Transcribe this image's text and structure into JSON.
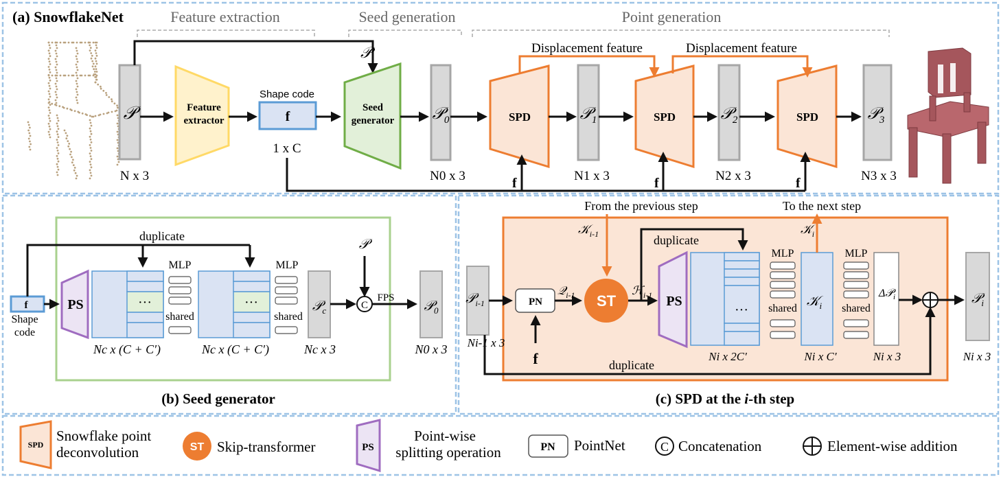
{
  "panel_a": {
    "title": "(a) SnowflakeNet",
    "stages": {
      "feature_extraction": "Feature extraction",
      "seed_generation": "Seed generation",
      "point_generation": "Point generation"
    },
    "p_top_label": "𝒫",
    "input_box": {
      "label": "𝒫",
      "dims": "N x 3"
    },
    "feature_extractor": "Feature extractor",
    "shape_code_caption": "Shape code",
    "shape_code_letter": "f",
    "shape_code_dims": "1 x C",
    "seed_generator": "Seed generator",
    "p0": {
      "label": "𝒫",
      "sub": "0",
      "dims": "N0 x 3"
    },
    "spd": "SPD",
    "p1": {
      "label": "𝒫",
      "sub": "1",
      "dims": "N1 x 3"
    },
    "p2": {
      "label": "𝒫",
      "sub": "2",
      "dims": "N2 x 3"
    },
    "p3": {
      "label": "𝒫",
      "sub": "3",
      "dims": "N3 x 3"
    },
    "displacement_feature": "Displacement feature",
    "f_label": "f"
  },
  "panel_b": {
    "title": "(b) Seed  generator",
    "f_letter": "f",
    "shape_code": "Shape code",
    "ps": "PS",
    "duplicate": "duplicate",
    "mlp": "MLP",
    "shared": "shared",
    "dots": "···",
    "dims_1": "Nc x (C + C′)",
    "dims_2": "Nc x (C + C′)",
    "pc_label": "𝒫",
    "pc_sub": "c",
    "pc_dims": "Nc x 3",
    "p_label": "𝒫",
    "concat": "C",
    "fps": "FPS",
    "p0_label": "𝒫",
    "p0_sub": "0",
    "p0_dims": "N0 x 3"
  },
  "panel_c": {
    "title_pre": "(c) SPD at  the ",
    "title_i": "i",
    "title_post": "-th step",
    "from_prev": "From the previous step",
    "to_next": "To the next step",
    "k_in": "𝒦",
    "k_in_sub": "i-1",
    "k_out": "𝒦",
    "k_out_sub": "i",
    "p_in": "𝒫",
    "p_in_sub": "i-1",
    "p_in_dims": "Ni-1 x 3",
    "pn": "PN",
    "q": "𝒬",
    "q_sub": "i-1",
    "st": "ST",
    "h": "ℋ",
    "h_sub": "i-1",
    "duplicate": "duplicate",
    "ps": "PS",
    "mlp": "MLP",
    "shared": "shared",
    "dots": "···",
    "dims_2c": "Ni x 2C′",
    "k_box": "𝒦",
    "k_box_sub": "i",
    "k_dims": "Ni x C′",
    "delta": "Δ𝒫",
    "delta_sub": "i",
    "delta_dims": "Ni x 3",
    "p_out": "𝒫",
    "p_out_sub": "i",
    "p_out_dims": "Ni x 3",
    "f_letter": "f"
  },
  "legend": {
    "spd_icon": "SPD",
    "spd_text_1": "Snowflake point",
    "spd_text_2": "deconvolution",
    "st_icon": "ST",
    "st_text": "Skip-transformer",
    "ps_icon": "PS",
    "ps_text_1": "Point-wise",
    "ps_text_2": "splitting operation",
    "pn_icon": "PN",
    "pn_text": "PointNet",
    "concat_icon": "C",
    "concat_text": "Concatenation",
    "add_text": "Element-wise addition"
  },
  "colors": {
    "frame_blue": "#9dc3e6",
    "gray_box": "#a6a6a6",
    "feature_yellow_fill": "#fff2cc",
    "feature_yellow_stroke": "#ffd966",
    "shape_blue_fill": "#dae3f3",
    "shape_blue_stroke": "#5b9bd5",
    "seed_green_fill": "#e2f0d9",
    "seed_green_stroke": "#70ad47",
    "spd_fill": "#fbe5d6",
    "spd_stroke": "#ed7d31",
    "ps_fill": "#ece4f4",
    "ps_stroke": "#9f6cc0"
  }
}
